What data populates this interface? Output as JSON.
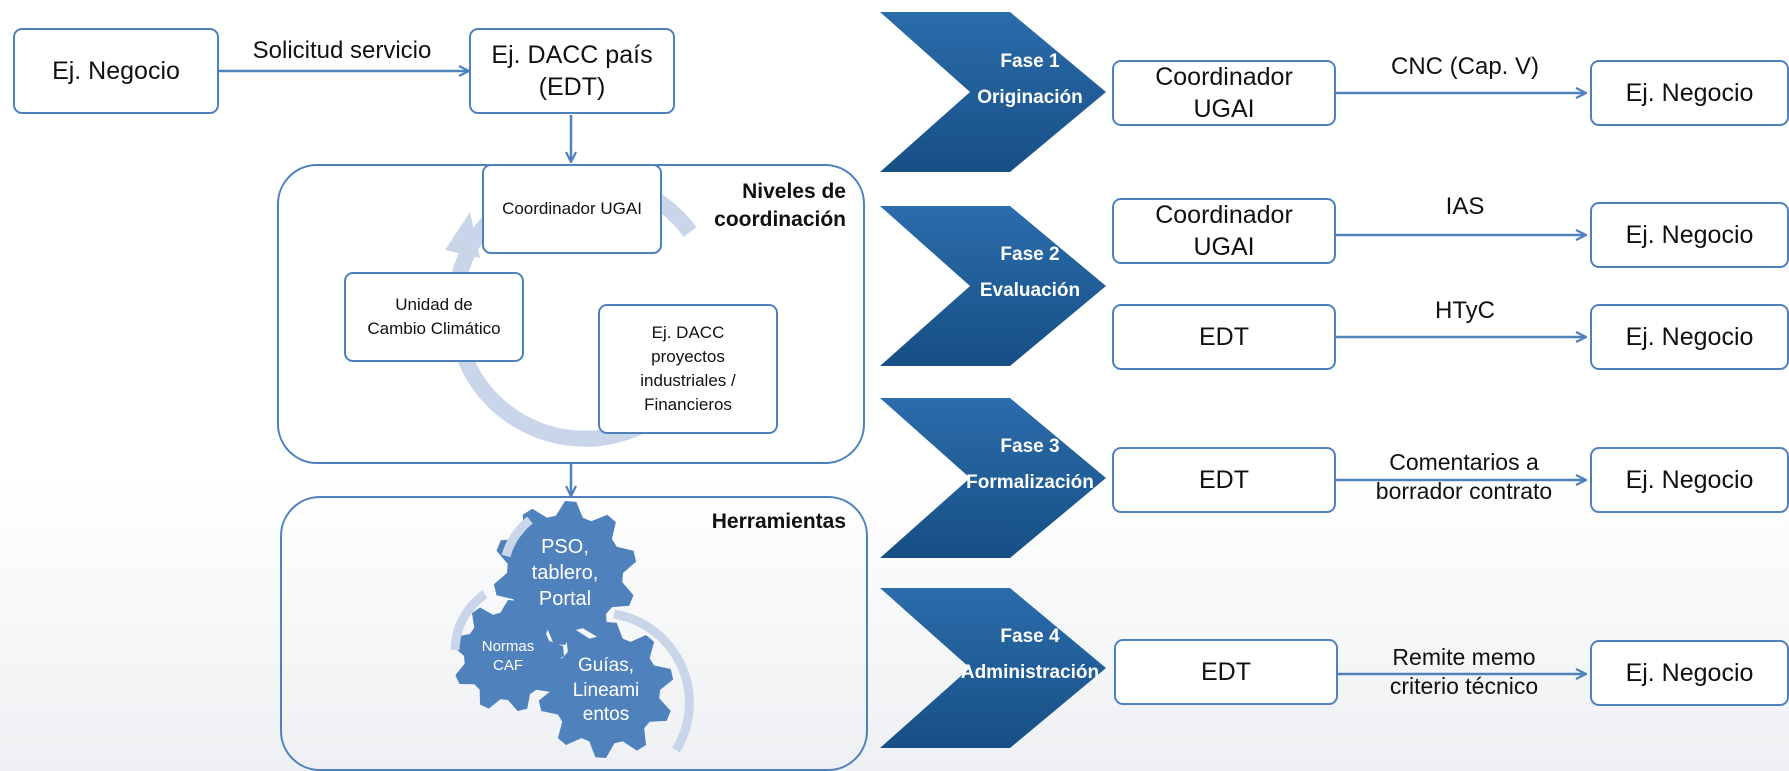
{
  "top_flow": {
    "source": "Ej. Negocio",
    "arrow_label": "Solicitud servicio",
    "target": "Ej. DACC país\n(EDT)"
  },
  "coordination": {
    "title": "Niveles de\ncoordinación",
    "nodes": [
      "Coordinador UGAI",
      "Unidad de\nCambio Climático",
      "Ej. DACC\nproyectos\nindustriales /\nFinancieros"
    ]
  },
  "tools": {
    "title": "Herramientas",
    "gears": [
      "PSO,\ntablero,\nPortal",
      "Normas\nCAF",
      "Guías,\nLineami\nentos"
    ]
  },
  "phases": [
    {
      "number": "Fase 1",
      "name": "Originación",
      "rows": [
        {
          "actor": "Coordinador\nUGAI",
          "action": "CNC (Cap. V)",
          "target": "Ej. Negocio"
        }
      ]
    },
    {
      "number": "Fase 2",
      "name": "Evaluación",
      "rows": [
        {
          "actor": "Coordinador\nUGAI",
          "action": "IAS",
          "target": "Ej. Negocio"
        },
        {
          "actor": "EDT",
          "action": "HTyC",
          "target": "Ej. Negocio"
        }
      ]
    },
    {
      "number": "Fase 3",
      "name": "Formalización",
      "rows": [
        {
          "actor": "EDT",
          "action": "Comentarios a\nborrador contrato",
          "target": "Ej. Negocio"
        }
      ]
    },
    {
      "number": "Fase 4",
      "name": "Administración",
      "rows": [
        {
          "actor": "EDT",
          "action": "Remite memo\ncriterio técnico",
          "target": "Ej. Negocio"
        }
      ]
    }
  ],
  "colors": {
    "border": "#4f81bd",
    "phase_fill": "#1f5c94",
    "gear_fill": "#4f81bd",
    "cycle_arrow": "#c9d5e8"
  }
}
